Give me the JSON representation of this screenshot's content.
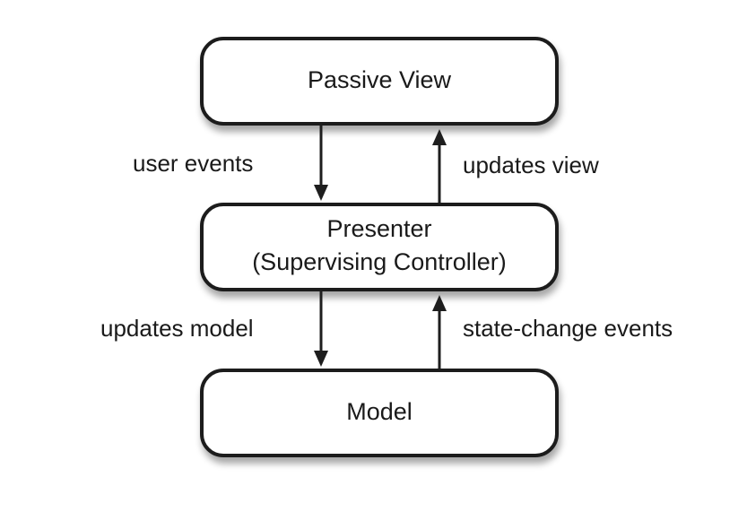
{
  "nodes": {
    "passive_view": {
      "label": "Passive View"
    },
    "presenter": {
      "line1": "Presenter",
      "line2": "(Supervising Controller)"
    },
    "model": {
      "label": "Model"
    }
  },
  "edges": {
    "user_events": {
      "label": "user events",
      "from": "Passive View",
      "to": "Presenter"
    },
    "updates_view": {
      "label": "updates view",
      "from": "Presenter",
      "to": "Passive View"
    },
    "updates_model": {
      "label": "updates model",
      "from": "Presenter",
      "to": "Model"
    },
    "state_change_events": {
      "label": "state-change events",
      "from": "Model",
      "to": "Presenter"
    }
  },
  "colors": {
    "stroke": "#1e1e1e",
    "text": "#1a1a1a",
    "box_fill": "#ffffff"
  }
}
